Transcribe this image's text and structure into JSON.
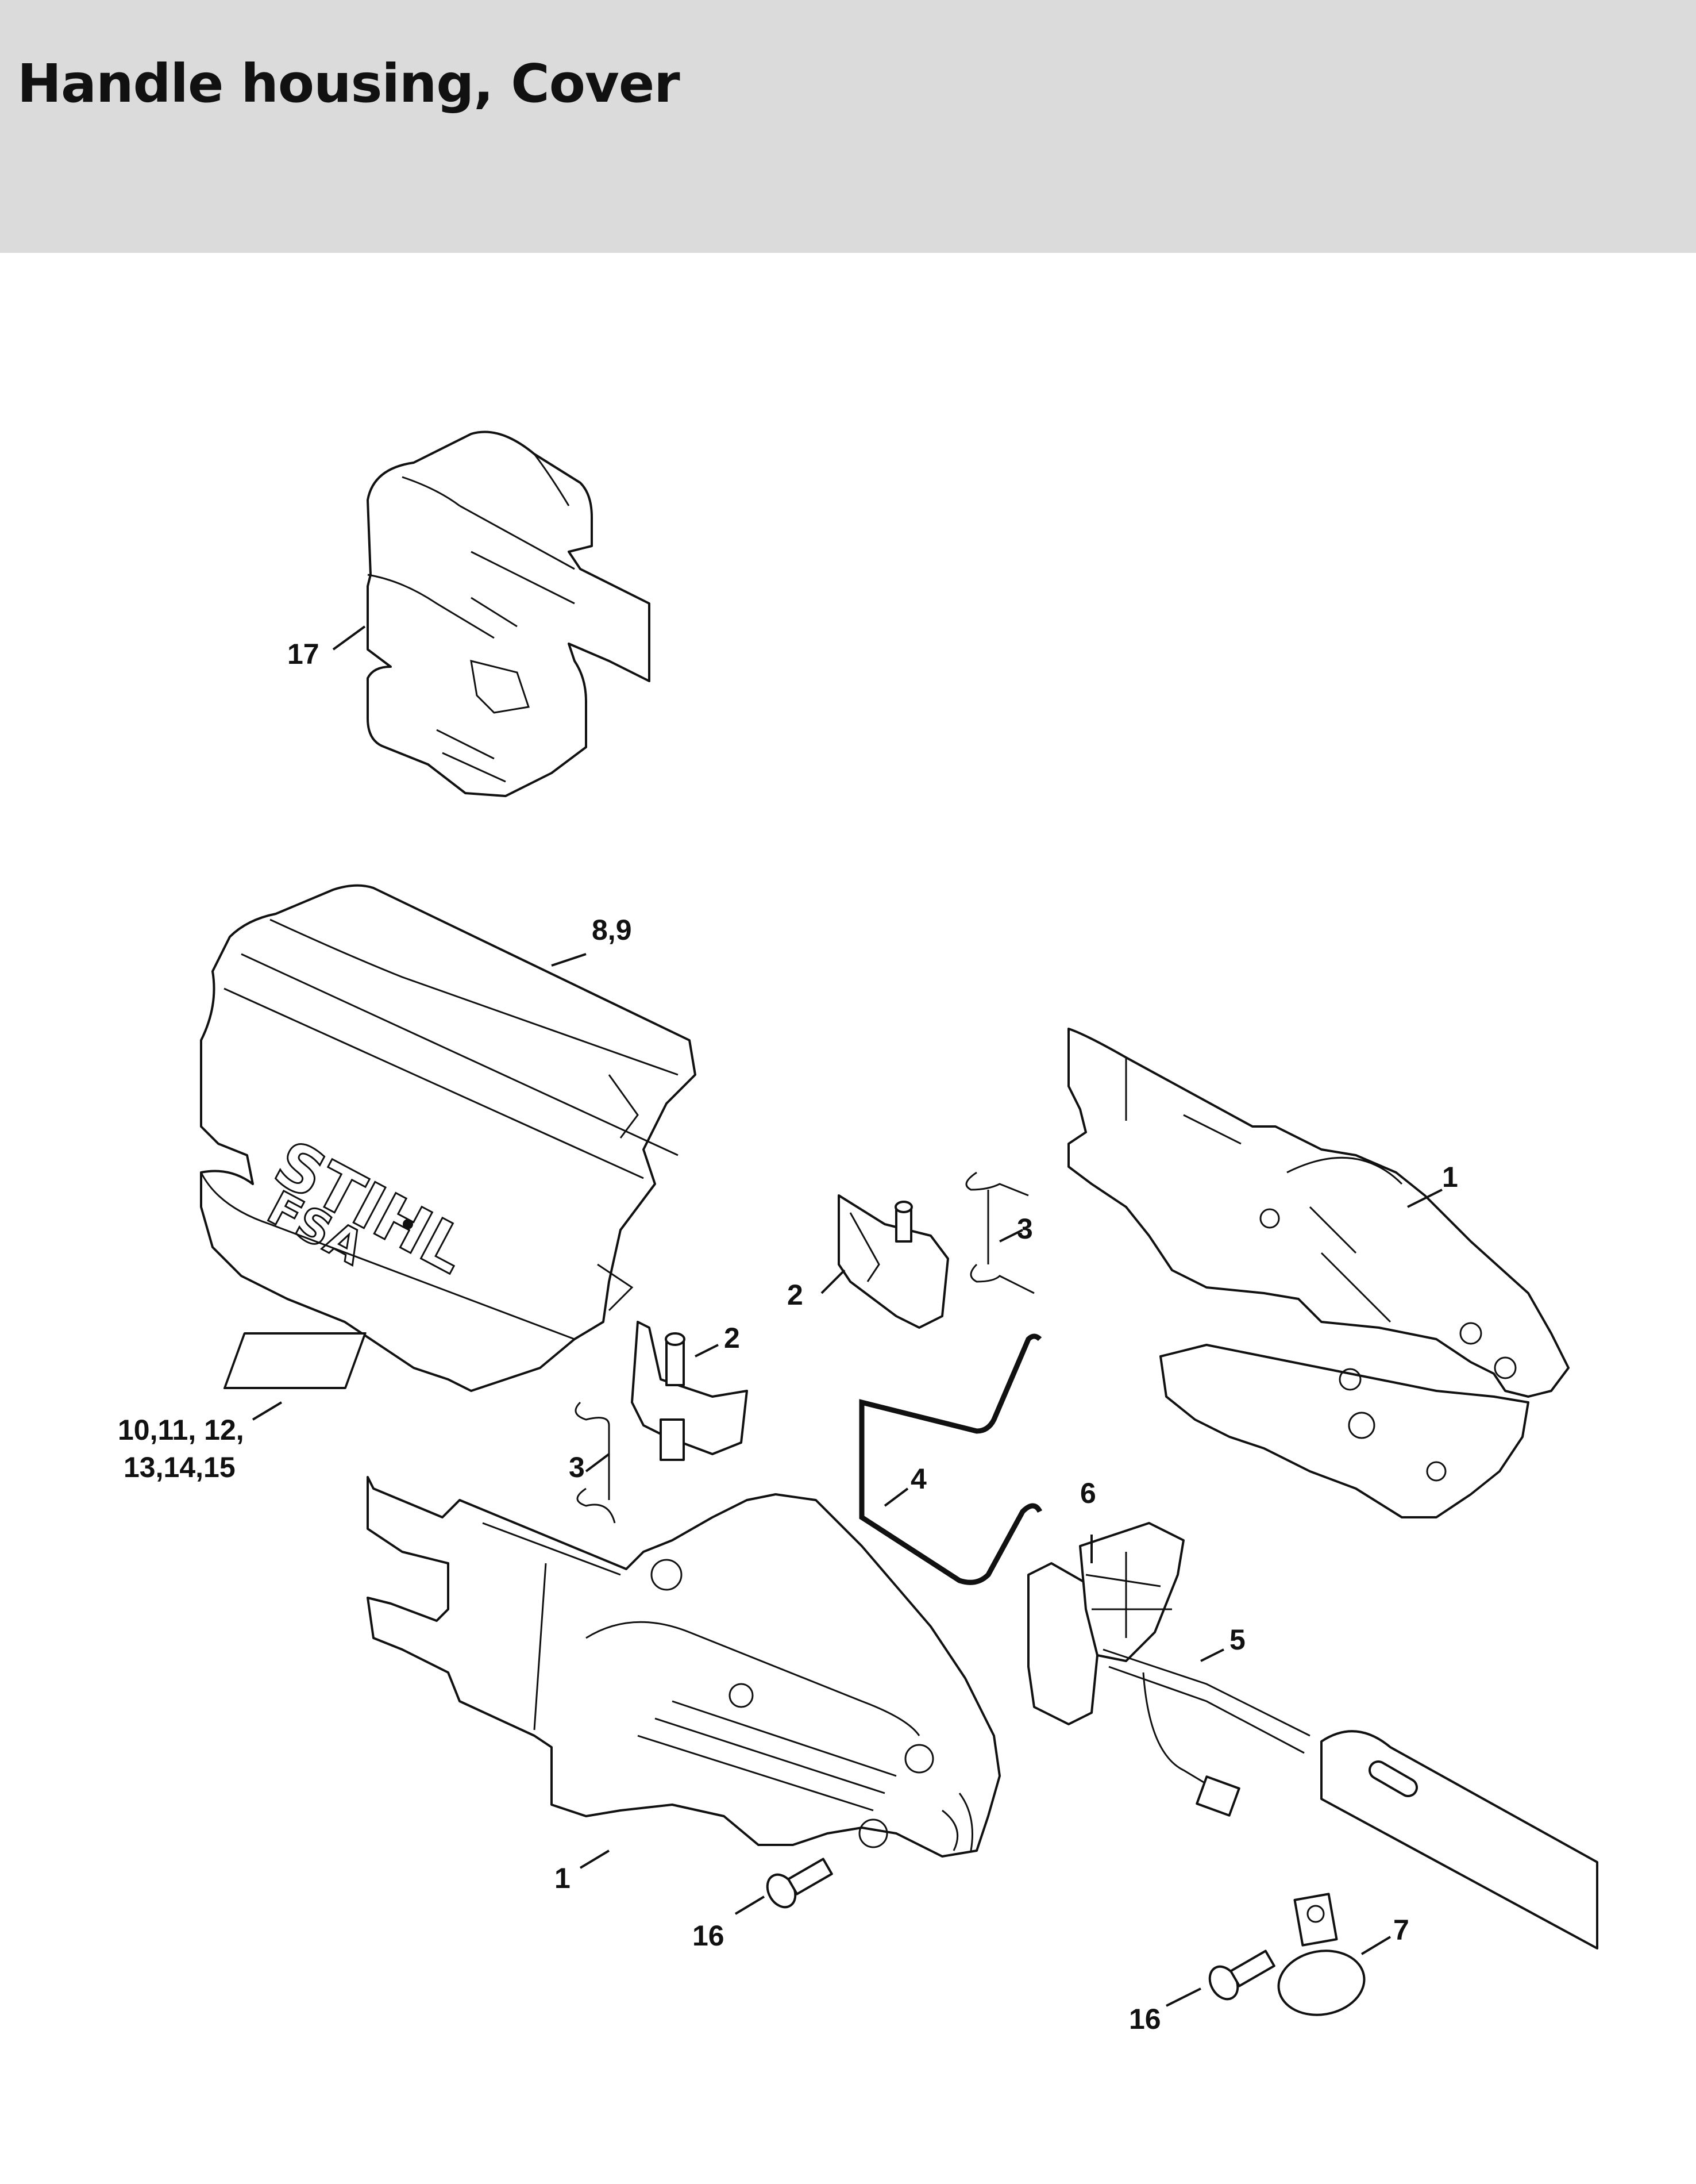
{
  "page": {
    "title": "Handle housing, Cover",
    "header_color": "#dadbda"
  },
  "diagram": {
    "brand_text": "STIHL",
    "model_text": "FSA",
    "callouts": [
      {
        "id": "c17",
        "text": "17"
      },
      {
        "id": "c89",
        "text": "8,9"
      },
      {
        "id": "c1a",
        "text": "1"
      },
      {
        "id": "c3a",
        "text": "3"
      },
      {
        "id": "c2a",
        "text": "2"
      },
      {
        "id": "c2b",
        "text": "2"
      },
      {
        "id": "c10a",
        "text": "10,11, 12,"
      },
      {
        "id": "c10b",
        "text": "13,14,15"
      },
      {
        "id": "c3b",
        "text": "3"
      },
      {
        "id": "c4",
        "text": "4"
      },
      {
        "id": "c6",
        "text": "6"
      },
      {
        "id": "c5",
        "text": "5"
      },
      {
        "id": "c1b",
        "text": "1"
      },
      {
        "id": "c16a",
        "text": "16"
      },
      {
        "id": "c7",
        "text": "7"
      },
      {
        "id": "c16b",
        "text": "16"
      }
    ]
  }
}
